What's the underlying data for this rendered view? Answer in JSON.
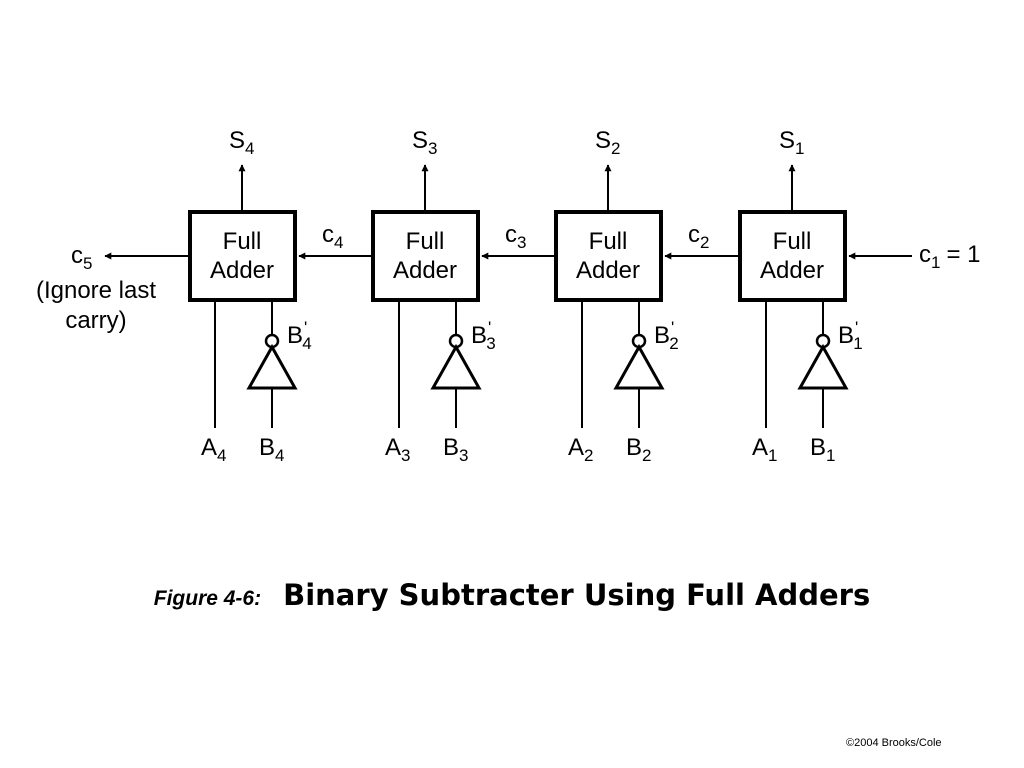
{
  "stages": [
    {
      "label_line1": "Full",
      "label_line2": "Adder",
      "s_base": "S",
      "s_sub": "4",
      "a_base": "A",
      "a_sub": "4",
      "b_base": "B",
      "b_sub": "4",
      "bp_base": "B",
      "bp_prime": "'",
      "bp_sub": "4",
      "cout_base": "c",
      "cout_sub": "5"
    },
    {
      "label_line1": "Full",
      "label_line2": "Adder",
      "s_base": "S",
      "s_sub": "3",
      "a_base": "A",
      "a_sub": "3",
      "b_base": "B",
      "b_sub": "3",
      "bp_base": "B",
      "bp_prime": "'",
      "bp_sub": "3",
      "cout_base": "c",
      "cout_sub": "4"
    },
    {
      "label_line1": "Full",
      "label_line2": "Adder",
      "s_base": "S",
      "s_sub": "2",
      "a_base": "A",
      "a_sub": "2",
      "b_base": "B",
      "b_sub": "2",
      "bp_base": "B",
      "bp_prime": "'",
      "bp_sub": "2",
      "cout_base": "c",
      "cout_sub": "3"
    },
    {
      "label_line1": "Full",
      "label_line2": "Adder",
      "s_base": "S",
      "s_sub": "1",
      "a_base": "A",
      "a_sub": "1",
      "b_base": "B",
      "b_sub": "1",
      "bp_base": "B",
      "bp_prime": "'",
      "bp_sub": "1",
      "cout_base": "c",
      "cout_sub": "2"
    }
  ],
  "carry_in": {
    "base": "c",
    "sub": "1",
    "value": "= 1"
  },
  "last_carry_note": {
    "line1": "(Ignore last",
    "line2": "carry)"
  },
  "caption": {
    "prefix": "Figure 4-6:",
    "title": "Binary Subtracter Using Full Adders"
  },
  "copyright": "©2004 Brooks/Cole"
}
